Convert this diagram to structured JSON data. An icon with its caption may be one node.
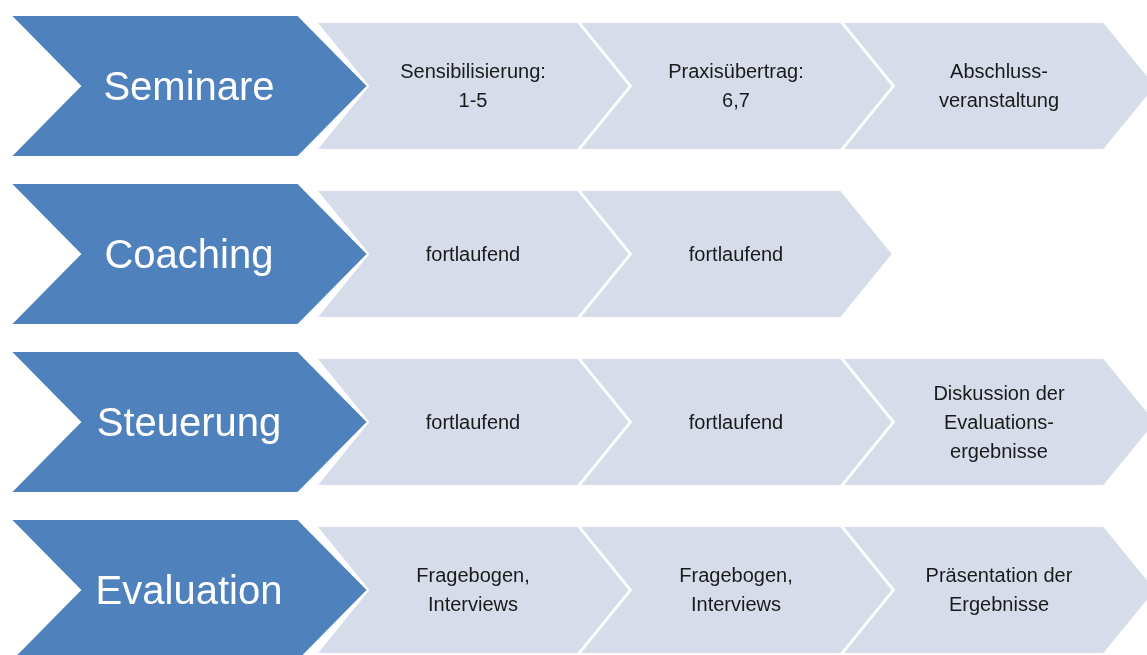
{
  "diagram": {
    "nodes": [
      {
        "text": [
          "Seminare"
        ]
      },
      {
        "text": [
          "Sensibilisierung: 1-5"
        ]
      },
      {
        "text": [
          "Praxisübertrag: 6,7"
        ]
      },
      {
        "text": [
          "Abschluss- veranstaltung"
        ]
      },
      {
        "text": [
          "Coaching"
        ]
      },
      {
        "text": [
          "fortlaufend"
        ]
      },
      {
        "text": [
          "fortlaufend"
        ]
      },
      {
        "text": [
          "Steuerung"
        ]
      },
      {
        "text": [
          "fortlaufend"
        ]
      },
      {
        "text": [
          "fortlaufend"
        ]
      },
      {
        "text": [
          "Diskussion der Evaluations- ergebnisse"
        ]
      },
      {
        "text": [
          "Evaluation"
        ]
      },
      {
        "text": [
          "Fragebogen, Interviews"
        ]
      },
      {
        "text": [
          "Fragebogen, Interviews"
        ]
      },
      {
        "text": [
          "Präsentation der Ergebnisse"
        ]
      }
    ]
  }
}
